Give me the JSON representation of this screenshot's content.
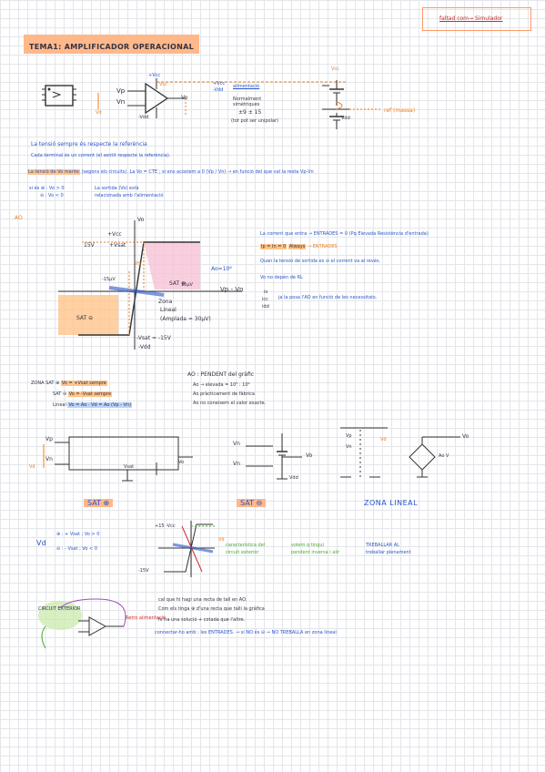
{
  "header_box": "faltad com→ Simulador",
  "title": "TEMA1: AMPLIFICADOR OPERACIONAL",
  "schem1": {
    "vcc_small": "+Vcc",
    "vp": "Vp",
    "vn": "Vn",
    "vdd_small": "-Vdd",
    "vo": "Vo",
    "vcc_label": "Vcc",
    "vd_label": "Vd",
    "alim_line1": "+Vcc",
    "alim_line2": "-Vdd",
    "alim_word": "alimentació",
    "sim1": "Normalment",
    "sim2": "simètriques",
    "sim3": "±9  ± 15",
    "sim4": "(tot pot ser unipolar)"
  },
  "schem2": {
    "vcc": "Vcc",
    "vdd": "Vdd",
    "ref": "ref (massa)"
  },
  "notes1": [
    "La tensió sempre és respecte la referència",
    "Cada terminal és un corrent (el sentit respecte la referència)."
  ],
  "notes1_hl": "La tensió de Vo mante",
  "notes1_rest": "(segons els circuits). La Vo = CTE ; si ens acostem a 0 (Vp / Vn) → en funció del que val la resta Vp-Vn",
  "si_lines": [
    "si és ⊕ : Vo > 0",
    "⊖ : Vo < 0"
  ],
  "si_brace": [
    "La sortida (Vo) està",
    "relacionada amb l'alimentació"
  ],
  "ao_label": "AO",
  "graph": {
    "vo_axis": "Vo",
    "x_axis": "Vp - Vn",
    "pos_vcc": "+Vcc",
    "pos_vsat": "+Vsat",
    "p15v": "15V",
    "neg_vsat": "-Vsat = -15V",
    "neg_vdd": "-Vdd",
    "m15uv": "-15μV",
    "p15uv": "15μV",
    "ao_gain": "Ao=10⁶",
    "zona": "Zona",
    "lineal": "Lineal",
    "amplada": "(Amplada ≈ 30μV)",
    "sat_pos": "SAT ⊕",
    "sat_neg": "SAT ⊖",
    "m_label": "m"
  },
  "right_notes": {
    "line1": "La corrent que entra → ENTRADES = 0 (Pq Elevada Resistència d'entrada)",
    "line2_hl": "Ip = In = 0",
    "line2_always": "Always",
    "line2_rest": "→ ENTRADES",
    "line3": "Quan la tensió de sortida es ⊖ el corrent va al revés.",
    "line4": "Vo no depèn de RL",
    "line5": "io",
    "line6": "icc",
    "line7": "idd",
    "line_brace": "ja la posa l'AO en funció de les necessitats."
  },
  "ao_notes": {
    "head": "AO : PENDENT del gràfic",
    "b1": "Ao → elevada = 10⁵ : 10⁶",
    "b2": "Ao pràcticament de fàbrica",
    "b3": "Ao no coneixem el valor exacte."
  },
  "zones": [
    {
      "name": "ZONA SAT ⊕",
      "eq": "Vo = +Vsat sempre"
    },
    {
      "name": "SAT ⊖",
      "eq": "Vo = -Vsat sempre"
    },
    {
      "name": "Lineal",
      "eq": "Vo = Ao · Vd = Ao (Vp - Vn)"
    }
  ],
  "circuit_sat_pos": {
    "vp": "Vp",
    "vn": "Vn",
    "vd": "Vd",
    "vsat": "Vsat",
    "vo": "Vo",
    "caption": "SAT ⊕"
  },
  "circuit_sat_neg": {
    "vp": "Vn",
    "vn": "Vn",
    "vo": "Vo",
    "vdd": "Vdd",
    "caption": "SAT ⊖"
  },
  "circuit_lin": {
    "vp": "Vp",
    "vn": "Vn",
    "vd": "Vd",
    "vo": "Vo",
    "aov": "Ao V",
    "caption": "ZONA LINEAL"
  },
  "vd_brace": {
    "vd": "Vd",
    "l1": "⊕ : + Vsat ; Vo > 0",
    "l2": "⊖ : - Vsat ; Vo < 0"
  },
  "small_graph": {
    "top": "+15 -Vcc",
    "bottom": "-15V",
    "vd": "Vd",
    "note_green1": "característica del",
    "note_green2": "circuit exterior",
    "note_mid1": "volem q tingui",
    "note_mid2": "pendent inversa i alir",
    "note_right1": "TREBALLAR AL",
    "note_right2": "treballar plenament"
  },
  "feedback": {
    "label1": "CIRCUIT EXTERIOR",
    "label2": "Retro alimentació",
    "n1": "cal que hi hagi una recta de tall en AO.",
    "n2": "Com els tinga ⊕ d'una recta que talli la gràfica",
    "n3": "hi ha una solució + cotada que l'altre.",
    "n4": "connectar-ho amb : les ENTRADES. → si NO és ⊖ → NO TREBALLA en zona lineal"
  },
  "colors": {
    "blue": "#2a54c8",
    "orange": "#ef7d1f",
    "green": "#4aa830",
    "pink": "#f7c2d6",
    "hl_orange": "#ffc48a"
  }
}
